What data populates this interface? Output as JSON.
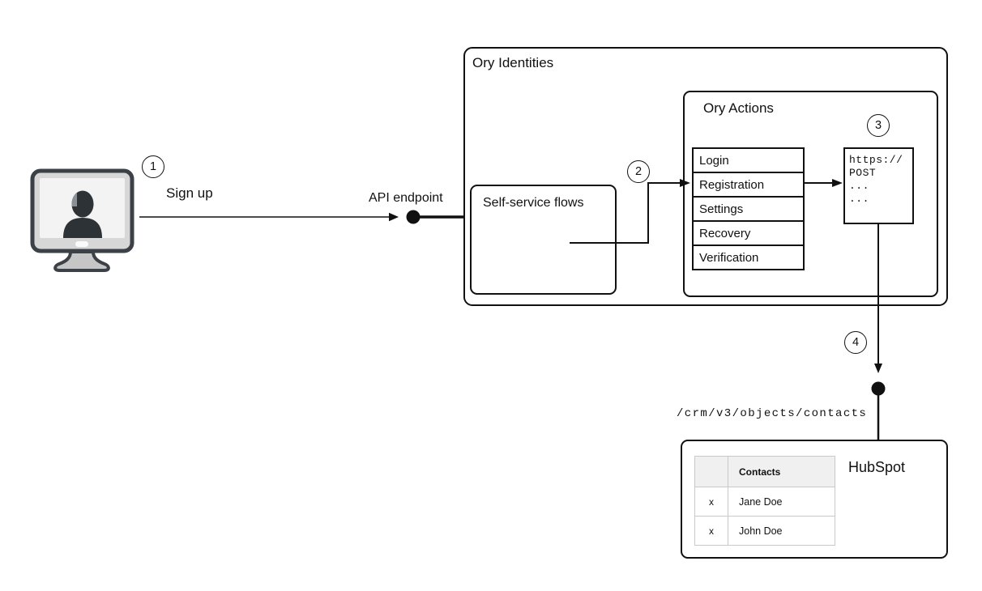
{
  "colors": {
    "line": "#111111",
    "box_border": "#111111",
    "table_border": "#c9c9c9",
    "table_header_bg": "#f0f0f0",
    "monitor_body": "#d7d7d7",
    "monitor_screen": "#f3f3f3",
    "silhouette": "#2d3237"
  },
  "steps": [
    {
      "n": "1"
    },
    {
      "n": "2"
    },
    {
      "n": "3"
    },
    {
      "n": "4"
    }
  ],
  "labels": {
    "sign_up": "Sign up",
    "api_endpoint": "API endpoint",
    "crm_path": "/crm/v3/objects/contacts"
  },
  "ory_identities": {
    "title": "Ory Identities",
    "self_service": {
      "title": "Self-service flows"
    },
    "ory_actions": {
      "title": "Ory Actions",
      "flows": [
        "Login",
        "Registration",
        "Settings",
        "Recovery",
        "Verification"
      ],
      "code_lines": [
        "https://",
        "POST",
        "...",
        "..."
      ]
    }
  },
  "hubspot": {
    "title": "HubSpot",
    "table": {
      "headers": [
        "",
        "Contacts"
      ],
      "rows": [
        [
          "x",
          "Jane Doe"
        ],
        [
          "x",
          "John Doe"
        ]
      ]
    }
  },
  "icons": {
    "user_computer": "computer-user-icon",
    "api_endpoint_dot": "endpoint-dot",
    "hubspot_endpoint_dot": "endpoint-dot"
  }
}
